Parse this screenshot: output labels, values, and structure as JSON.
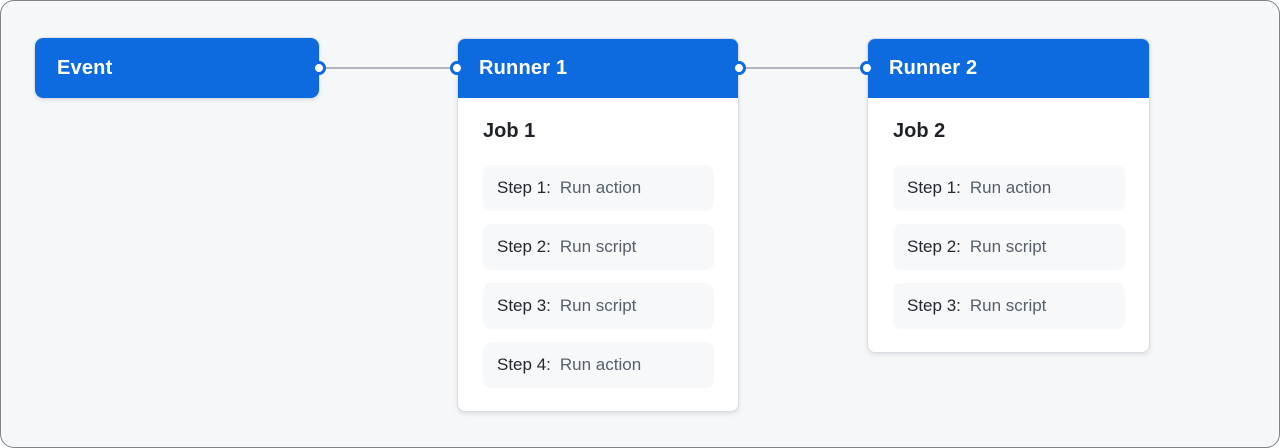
{
  "colors": {
    "accent_blue": "#0d6bdf",
    "header_text": "#ffffff",
    "canvas_bg": "#f6f7f9",
    "card_bg": "#ffffff",
    "card_border": "#d6dce3",
    "step_bg": "#f6f8fa",
    "connector": "#b2b6bc",
    "job_title_text": "#1f2328",
    "step_label_text": "#24292f",
    "step_value_text": "#57606a"
  },
  "diagram": {
    "event": {
      "title": "Event"
    },
    "runner1": {
      "title": "Runner 1",
      "job_title": "Job 1",
      "steps": [
        {
          "label": "Step 1:",
          "value": "Run action"
        },
        {
          "label": "Step 2:",
          "value": "Run script"
        },
        {
          "label": "Step 3:",
          "value": "Run script"
        },
        {
          "label": "Step 4:",
          "value": "Run action"
        }
      ]
    },
    "runner2": {
      "title": "Runner 2",
      "job_title": "Job 2",
      "steps": [
        {
          "label": "Step 1:",
          "value": "Run action"
        },
        {
          "label": "Step 2:",
          "value": "Run script"
        },
        {
          "label": "Step 3:",
          "value": "Run script"
        }
      ]
    }
  }
}
